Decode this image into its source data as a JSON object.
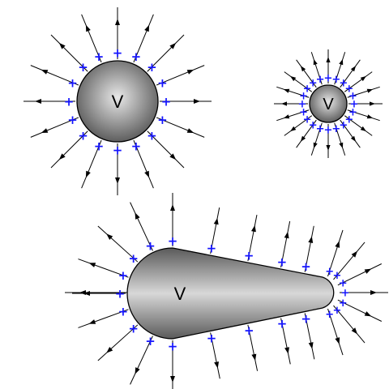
{
  "conductors": [
    {
      "label": "V"
    },
    {
      "label": "V"
    },
    {
      "label": "V"
    }
  ],
  "charge_symbol": "+",
  "colors": {
    "charge": "#1515ff",
    "field_line": "#000000",
    "conductor_light": "#e4e4e4",
    "conductor_dark": "#5e5e5e"
  }
}
